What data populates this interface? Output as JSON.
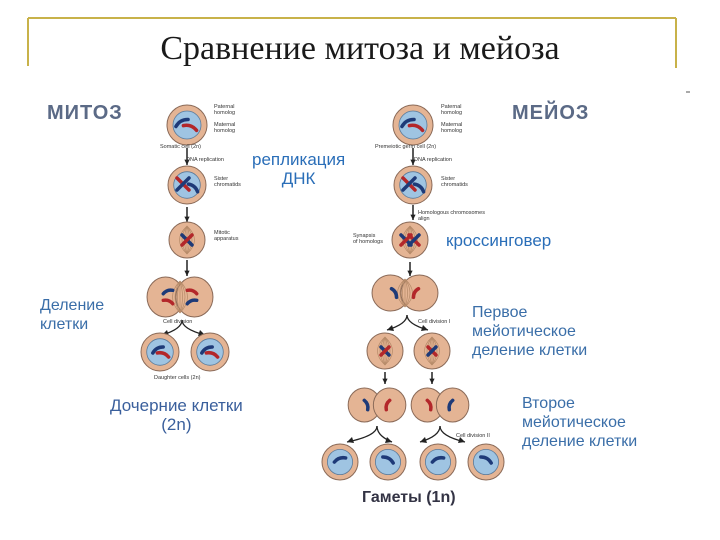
{
  "title": "Сравнение митоза и мейоза",
  "mitosis": {
    "header": "МИТОЗ",
    "replication": "репликация\nДНК",
    "division": "Деление\nклетки",
    "daughter": "Дочерние клетки\n(2n)",
    "small": {
      "paternal": "Paternal\nhomolog",
      "maternal": "Maternal\nhomolog",
      "somatic": "Somatic cell (2n)",
      "dna_rep": "DNA replication",
      "sister": "Sister\nchromatids",
      "mitotic": "Mitotic\napparatus",
      "cell_div": "Cell division",
      "daughter_cells": "Daughter cells (2n)"
    }
  },
  "meiosis": {
    "header": "МЕЙОЗ",
    "crossing": "кроссинговер",
    "first": "Первое\nмейотическое\nделение клетки",
    "second": "Второе\nмейотическое\nделение клетки",
    "gametes": "Гаметы  (1n)",
    "small": {
      "paternal": "Paternal\nhomolog",
      "maternal": "Maternal\nhomolog",
      "premeiotic": "Premeiotic germ cell (2n)",
      "dna_rep": "DNA replication",
      "sister": "Sister\nchromatids",
      "homologous": "Homologous chromosomes\nalign",
      "synapsis": "Synapsis\nof homologs",
      "cd1": "Cell division I",
      "cd2": "Cell division II"
    }
  },
  "colors": {
    "cell_fill": "#e4b494",
    "nucleus": "#9fc4e2",
    "paternal": "#1e3a78",
    "maternal": "#b3272a",
    "text_label": "#2a6eb8",
    "border": "#c8b24a"
  }
}
